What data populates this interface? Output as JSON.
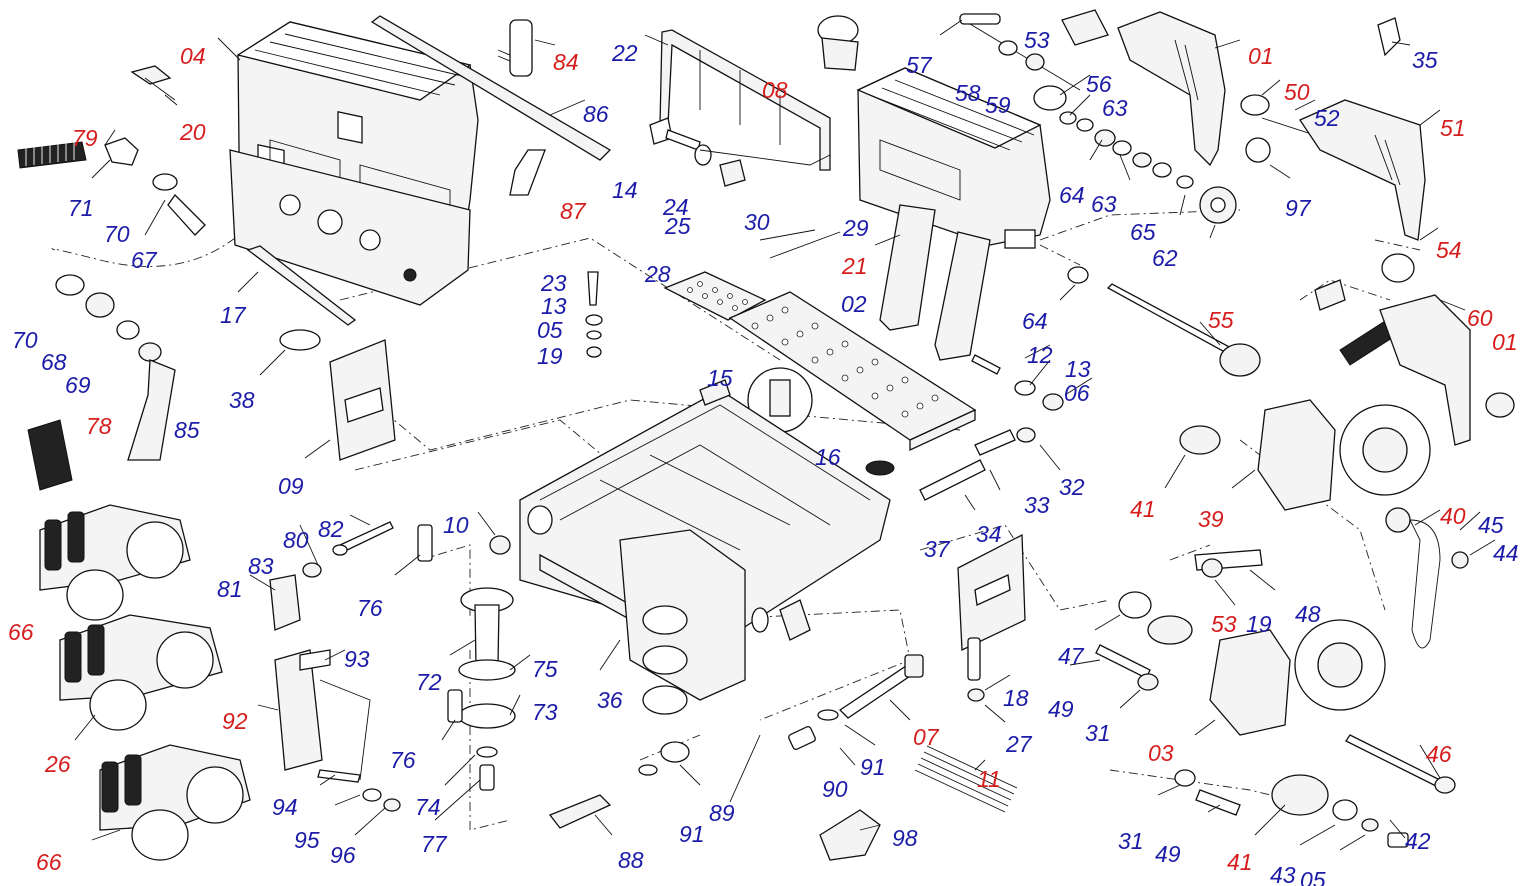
{
  "colors": {
    "red": "#d61e1e",
    "blue": "#1c1ca8",
    "ink": "#111111"
  },
  "labels": [
    {
      "id": "04",
      "text": "04",
      "color": "red"
    },
    {
      "id": "84",
      "text": "84",
      "color": "red"
    },
    {
      "id": "22",
      "text": "22",
      "color": "blue"
    },
    {
      "id": "08",
      "text": "08",
      "color": "red"
    },
    {
      "id": "57",
      "text": "57",
      "color": "blue"
    },
    {
      "id": "53a",
      "text": "53",
      "color": "blue"
    },
    {
      "id": "01a",
      "text": "01",
      "color": "red"
    },
    {
      "id": "35",
      "text": "35",
      "color": "blue"
    },
    {
      "id": "79",
      "text": "79",
      "color": "red"
    },
    {
      "id": "20",
      "text": "20",
      "color": "red"
    },
    {
      "id": "86",
      "text": "86",
      "color": "blue"
    },
    {
      "id": "58",
      "text": "58",
      "color": "blue"
    },
    {
      "id": "59",
      "text": "59",
      "color": "blue"
    },
    {
      "id": "56",
      "text": "56",
      "color": "blue"
    },
    {
      "id": "50",
      "text": "50",
      "color": "red"
    },
    {
      "id": "52",
      "text": "52",
      "color": "blue"
    },
    {
      "id": "51",
      "text": "51",
      "color": "red"
    },
    {
      "id": "71",
      "text": "71",
      "color": "blue"
    },
    {
      "id": "14",
      "text": "14",
      "color": "blue"
    },
    {
      "id": "63a",
      "text": "63",
      "color": "blue"
    },
    {
      "id": "70a",
      "text": "70",
      "color": "blue"
    },
    {
      "id": "87",
      "text": "87",
      "color": "red"
    },
    {
      "id": "24",
      "text": "24",
      "color": "blue"
    },
    {
      "id": "25",
      "text": "25",
      "color": "blue"
    },
    {
      "id": "64a",
      "text": "64",
      "color": "blue"
    },
    {
      "id": "63b",
      "text": "63",
      "color": "blue"
    },
    {
      "id": "97",
      "text": "97",
      "color": "blue"
    },
    {
      "id": "67",
      "text": "67",
      "color": "blue"
    },
    {
      "id": "30",
      "text": "30",
      "color": "blue"
    },
    {
      "id": "29",
      "text": "29",
      "color": "blue"
    },
    {
      "id": "65",
      "text": "65",
      "color": "blue"
    },
    {
      "id": "21",
      "text": "21",
      "color": "red"
    },
    {
      "id": "62",
      "text": "62",
      "color": "blue"
    },
    {
      "id": "54",
      "text": "54",
      "color": "red"
    },
    {
      "id": "23",
      "text": "23",
      "color": "blue"
    },
    {
      "id": "28",
      "text": "28",
      "color": "blue"
    },
    {
      "id": "02",
      "text": "02",
      "color": "blue"
    },
    {
      "id": "17",
      "text": "17",
      "color": "blue"
    },
    {
      "id": "13a",
      "text": "13",
      "color": "blue"
    },
    {
      "id": "70b",
      "text": "70",
      "color": "blue"
    },
    {
      "id": "05a",
      "text": "05",
      "color": "blue"
    },
    {
      "id": "64b",
      "text": "64",
      "color": "blue"
    },
    {
      "id": "55",
      "text": "55",
      "color": "red"
    },
    {
      "id": "60",
      "text": "60",
      "color": "red"
    },
    {
      "id": "01b",
      "text": "01",
      "color": "red"
    },
    {
      "id": "68",
      "text": "68",
      "color": "blue"
    },
    {
      "id": "19a",
      "text": "19",
      "color": "blue"
    },
    {
      "id": "12",
      "text": "12",
      "color": "blue"
    },
    {
      "id": "69",
      "text": "69",
      "color": "blue"
    },
    {
      "id": "13b",
      "text": "13",
      "color": "blue"
    },
    {
      "id": "15",
      "text": "15",
      "color": "blue"
    },
    {
      "id": "38",
      "text": "38",
      "color": "blue"
    },
    {
      "id": "06",
      "text": "06",
      "color": "blue"
    },
    {
      "id": "78",
      "text": "78",
      "color": "red"
    },
    {
      "id": "85",
      "text": "85",
      "color": "blue"
    },
    {
      "id": "16",
      "text": "16",
      "color": "blue"
    },
    {
      "id": "32",
      "text": "32",
      "color": "blue"
    },
    {
      "id": "41a",
      "text": "41",
      "color": "red"
    },
    {
      "id": "39",
      "text": "39",
      "color": "red"
    },
    {
      "id": "09",
      "text": "09",
      "color": "blue"
    },
    {
      "id": "33",
      "text": "33",
      "color": "blue"
    },
    {
      "id": "40",
      "text": "40",
      "color": "red"
    },
    {
      "id": "45",
      "text": "45",
      "color": "blue"
    },
    {
      "id": "82",
      "text": "82",
      "color": "blue"
    },
    {
      "id": "10",
      "text": "10",
      "color": "blue"
    },
    {
      "id": "34",
      "text": "34",
      "color": "blue"
    },
    {
      "id": "80",
      "text": "80",
      "color": "blue"
    },
    {
      "id": "37",
      "text": "37",
      "color": "blue"
    },
    {
      "id": "44",
      "text": "44",
      "color": "blue"
    },
    {
      "id": "83",
      "text": "83",
      "color": "blue"
    },
    {
      "id": "81",
      "text": "81",
      "color": "blue"
    },
    {
      "id": "76a",
      "text": "76",
      "color": "blue"
    },
    {
      "id": "66a",
      "text": "66",
      "color": "red"
    },
    {
      "id": "53b",
      "text": "53",
      "color": "red"
    },
    {
      "id": "19b",
      "text": "19",
      "color": "blue"
    },
    {
      "id": "48",
      "text": "48",
      "color": "blue"
    },
    {
      "id": "47",
      "text": "47",
      "color": "blue"
    },
    {
      "id": "93",
      "text": "93",
      "color": "blue"
    },
    {
      "id": "75",
      "text": "75",
      "color": "blue"
    },
    {
      "id": "72",
      "text": "72",
      "color": "blue"
    },
    {
      "id": "36",
      "text": "36",
      "color": "blue"
    },
    {
      "id": "18",
      "text": "18",
      "color": "blue"
    },
    {
      "id": "49a",
      "text": "49",
      "color": "blue"
    },
    {
      "id": "73",
      "text": "73",
      "color": "blue"
    },
    {
      "id": "92",
      "text": "92",
      "color": "red"
    },
    {
      "id": "07",
      "text": "07",
      "color": "red"
    },
    {
      "id": "31a",
      "text": "31",
      "color": "blue"
    },
    {
      "id": "27",
      "text": "27",
      "color": "blue"
    },
    {
      "id": "26",
      "text": "26",
      "color": "red"
    },
    {
      "id": "03",
      "text": "03",
      "color": "red"
    },
    {
      "id": "76b",
      "text": "76",
      "color": "blue"
    },
    {
      "id": "91a",
      "text": "91",
      "color": "blue"
    },
    {
      "id": "46",
      "text": "46",
      "color": "red"
    },
    {
      "id": "90",
      "text": "90",
      "color": "blue"
    },
    {
      "id": "11",
      "text": "11",
      "color": "red"
    },
    {
      "id": "74",
      "text": "74",
      "color": "blue"
    },
    {
      "id": "89",
      "text": "89",
      "color": "blue"
    },
    {
      "id": "94",
      "text": "94",
      "color": "blue"
    },
    {
      "id": "91b",
      "text": "91",
      "color": "blue"
    },
    {
      "id": "95",
      "text": "95",
      "color": "blue"
    },
    {
      "id": "98",
      "text": "98",
      "color": "blue"
    },
    {
      "id": "31b",
      "text": "31",
      "color": "blue"
    },
    {
      "id": "49b",
      "text": "49",
      "color": "blue"
    },
    {
      "id": "42",
      "text": "42",
      "color": "blue"
    },
    {
      "id": "77",
      "text": "77",
      "color": "blue"
    },
    {
      "id": "88",
      "text": "88",
      "color": "blue"
    },
    {
      "id": "96",
      "text": "96",
      "color": "blue"
    },
    {
      "id": "66b",
      "text": "66",
      "color": "red"
    },
    {
      "id": "41b",
      "text": "41",
      "color": "red"
    },
    {
      "id": "43",
      "text": "43",
      "color": "blue"
    },
    {
      "id": "05b",
      "text": "05",
      "color": "blue"
    }
  ]
}
